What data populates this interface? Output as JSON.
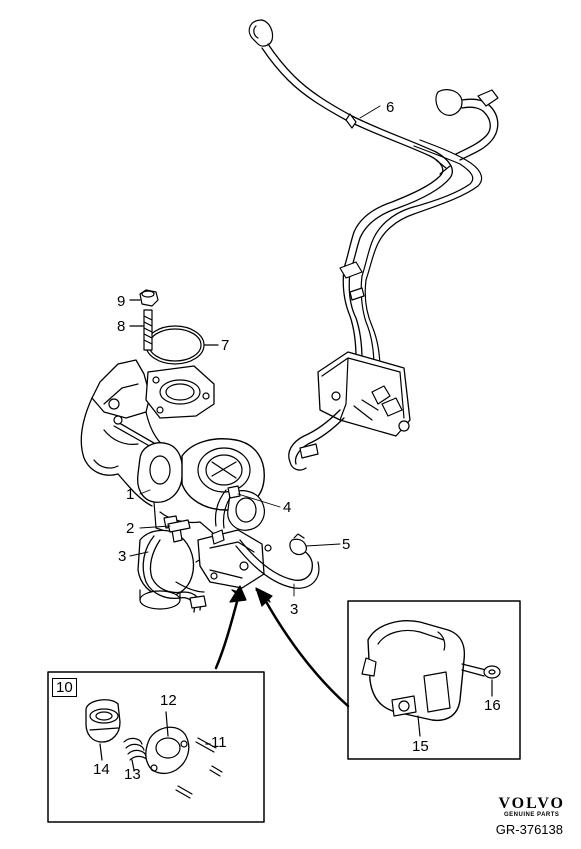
{
  "callouts": {
    "c1": "1",
    "c2": "2",
    "c3a": "3",
    "c3b": "3",
    "c4": "4",
    "c5": "5",
    "c6": "6",
    "c7": "7",
    "c8": "8",
    "c9": "9",
    "c10": "10",
    "c11": "11",
    "c12": "12",
    "c13": "13",
    "c14": "14",
    "c15": "15",
    "c16": "16"
  },
  "brand": {
    "name": "VOLVO",
    "tagline": "GENUINE PARTS"
  },
  "reference": "GR-376138"
}
